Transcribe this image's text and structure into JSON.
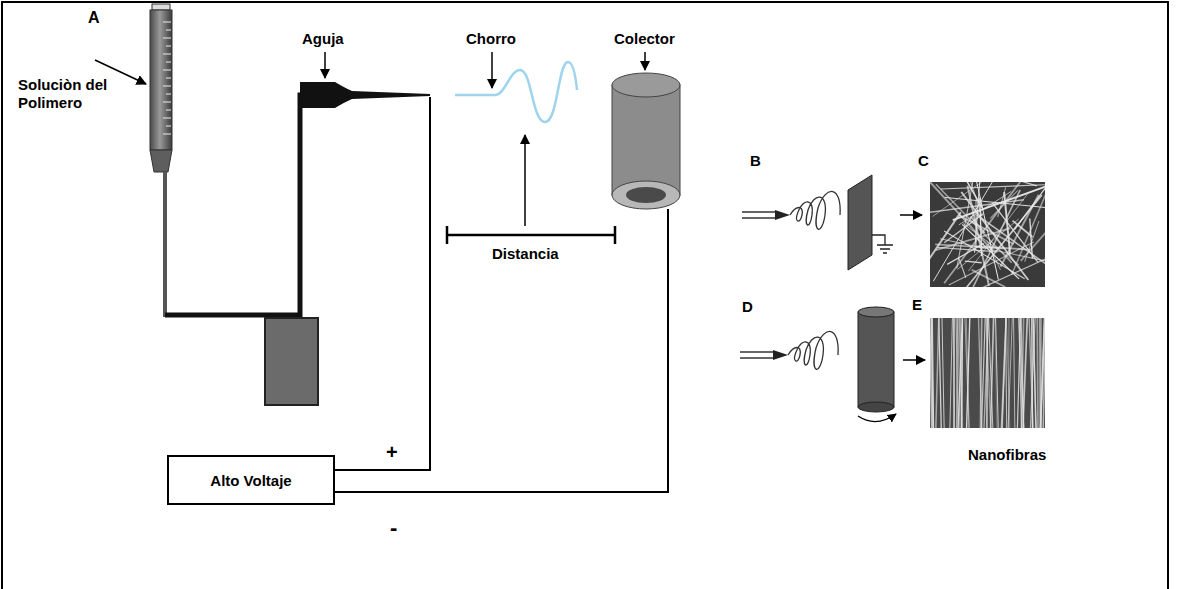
{
  "diagram": {
    "nodes": [
      {
        "text": [
          "Alto Voltaje"
        ]
      }
    ],
    "labels": [
      "A",
      "Soluciòn del Polimero",
      "Aguja",
      "Chorro",
      "Colector",
      "Distancia",
      "+",
      "-",
      "B",
      "C",
      "D",
      "E",
      "Nanofibras"
    ]
  }
}
